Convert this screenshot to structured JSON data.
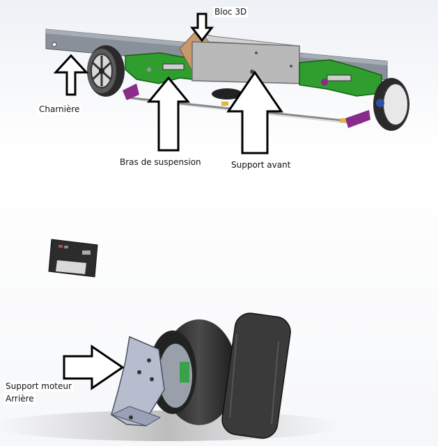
{
  "labels": {
    "bloc_3d": "Bloc 3D",
    "charniere": "Charnière",
    "bras_suspension": "Bras de suspension",
    "support_avant": "Support avant",
    "support_moteur_line1": "Support moteur",
    "support_moteur_line2": "Arrière"
  },
  "colors": {
    "frame": "#8a9099",
    "suspension_arm": "#2f9e2f",
    "support_block": "#b9b9b9",
    "bloc_3d": "#c79a6e",
    "tire": "#2a2a2a",
    "arrow_fill": "#ffffff",
    "arrow_stroke": "#000000",
    "motor_support": "#b7bccf",
    "battery": "#3a3a3a"
  }
}
